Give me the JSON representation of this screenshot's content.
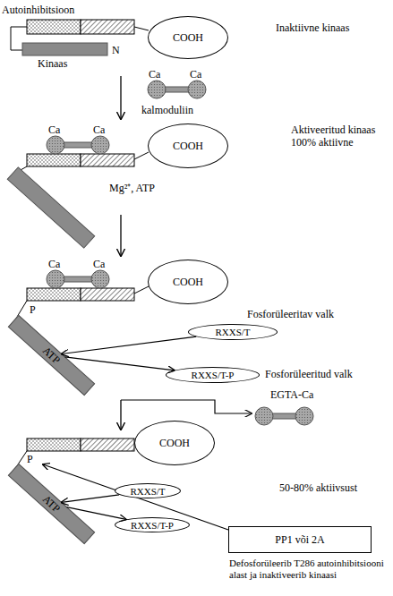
{
  "diagram": {
    "nodes": [
      {
        "text": [
          "COOH"
        ]
      },
      {
        "text": [
          "COOH"
        ]
      },
      {
        "text": [
          "COOH"
        ]
      },
      {
        "text": [
          "ATP"
        ]
      },
      {
        "text": [
          "RXXS/T"
        ]
      },
      {
        "text": [
          "RXXS/T-P"
        ]
      },
      {
        "text": [
          "COOH"
        ]
      },
      {
        "text": [
          "ATP"
        ]
      },
      {
        "text": [
          "RXXS/T"
        ]
      },
      {
        "text": [
          "RXXS/T-P"
        ]
      },
      {
        "text": [
          "PP1 või 2A",
          "Defosforüleerib T286 autoinhibitsiooni alast ja inaktiveerib kinaasi"
        ]
      }
    ],
    "edges": [
      {
        "from": 4,
        "to": 3,
        "arrow": "to"
      },
      {
        "from": 3,
        "to": 5,
        "arrow": "to"
      },
      {
        "from": 8,
        "to": 7,
        "arrow": "to"
      },
      {
        "from": 7,
        "to": 9,
        "arrow": "to"
      }
    ],
    "labels": [
      "Autoinhibitsioon",
      "Kinaas",
      "N",
      "Inaktiivne kinaas",
      "Ca",
      "Ca",
      "kalmoduliin",
      "Ca",
      "Ca",
      "Aktiveeritud kinaas 100% aktiivne",
      "Mg²⁺, ATP",
      "Ca",
      "Ca",
      "P",
      "Fosforüleeritav valk",
      "Fosforüleeritud valk",
      "EGTA-Ca",
      "P",
      "50-80% aktiivsust"
    ]
  }
}
